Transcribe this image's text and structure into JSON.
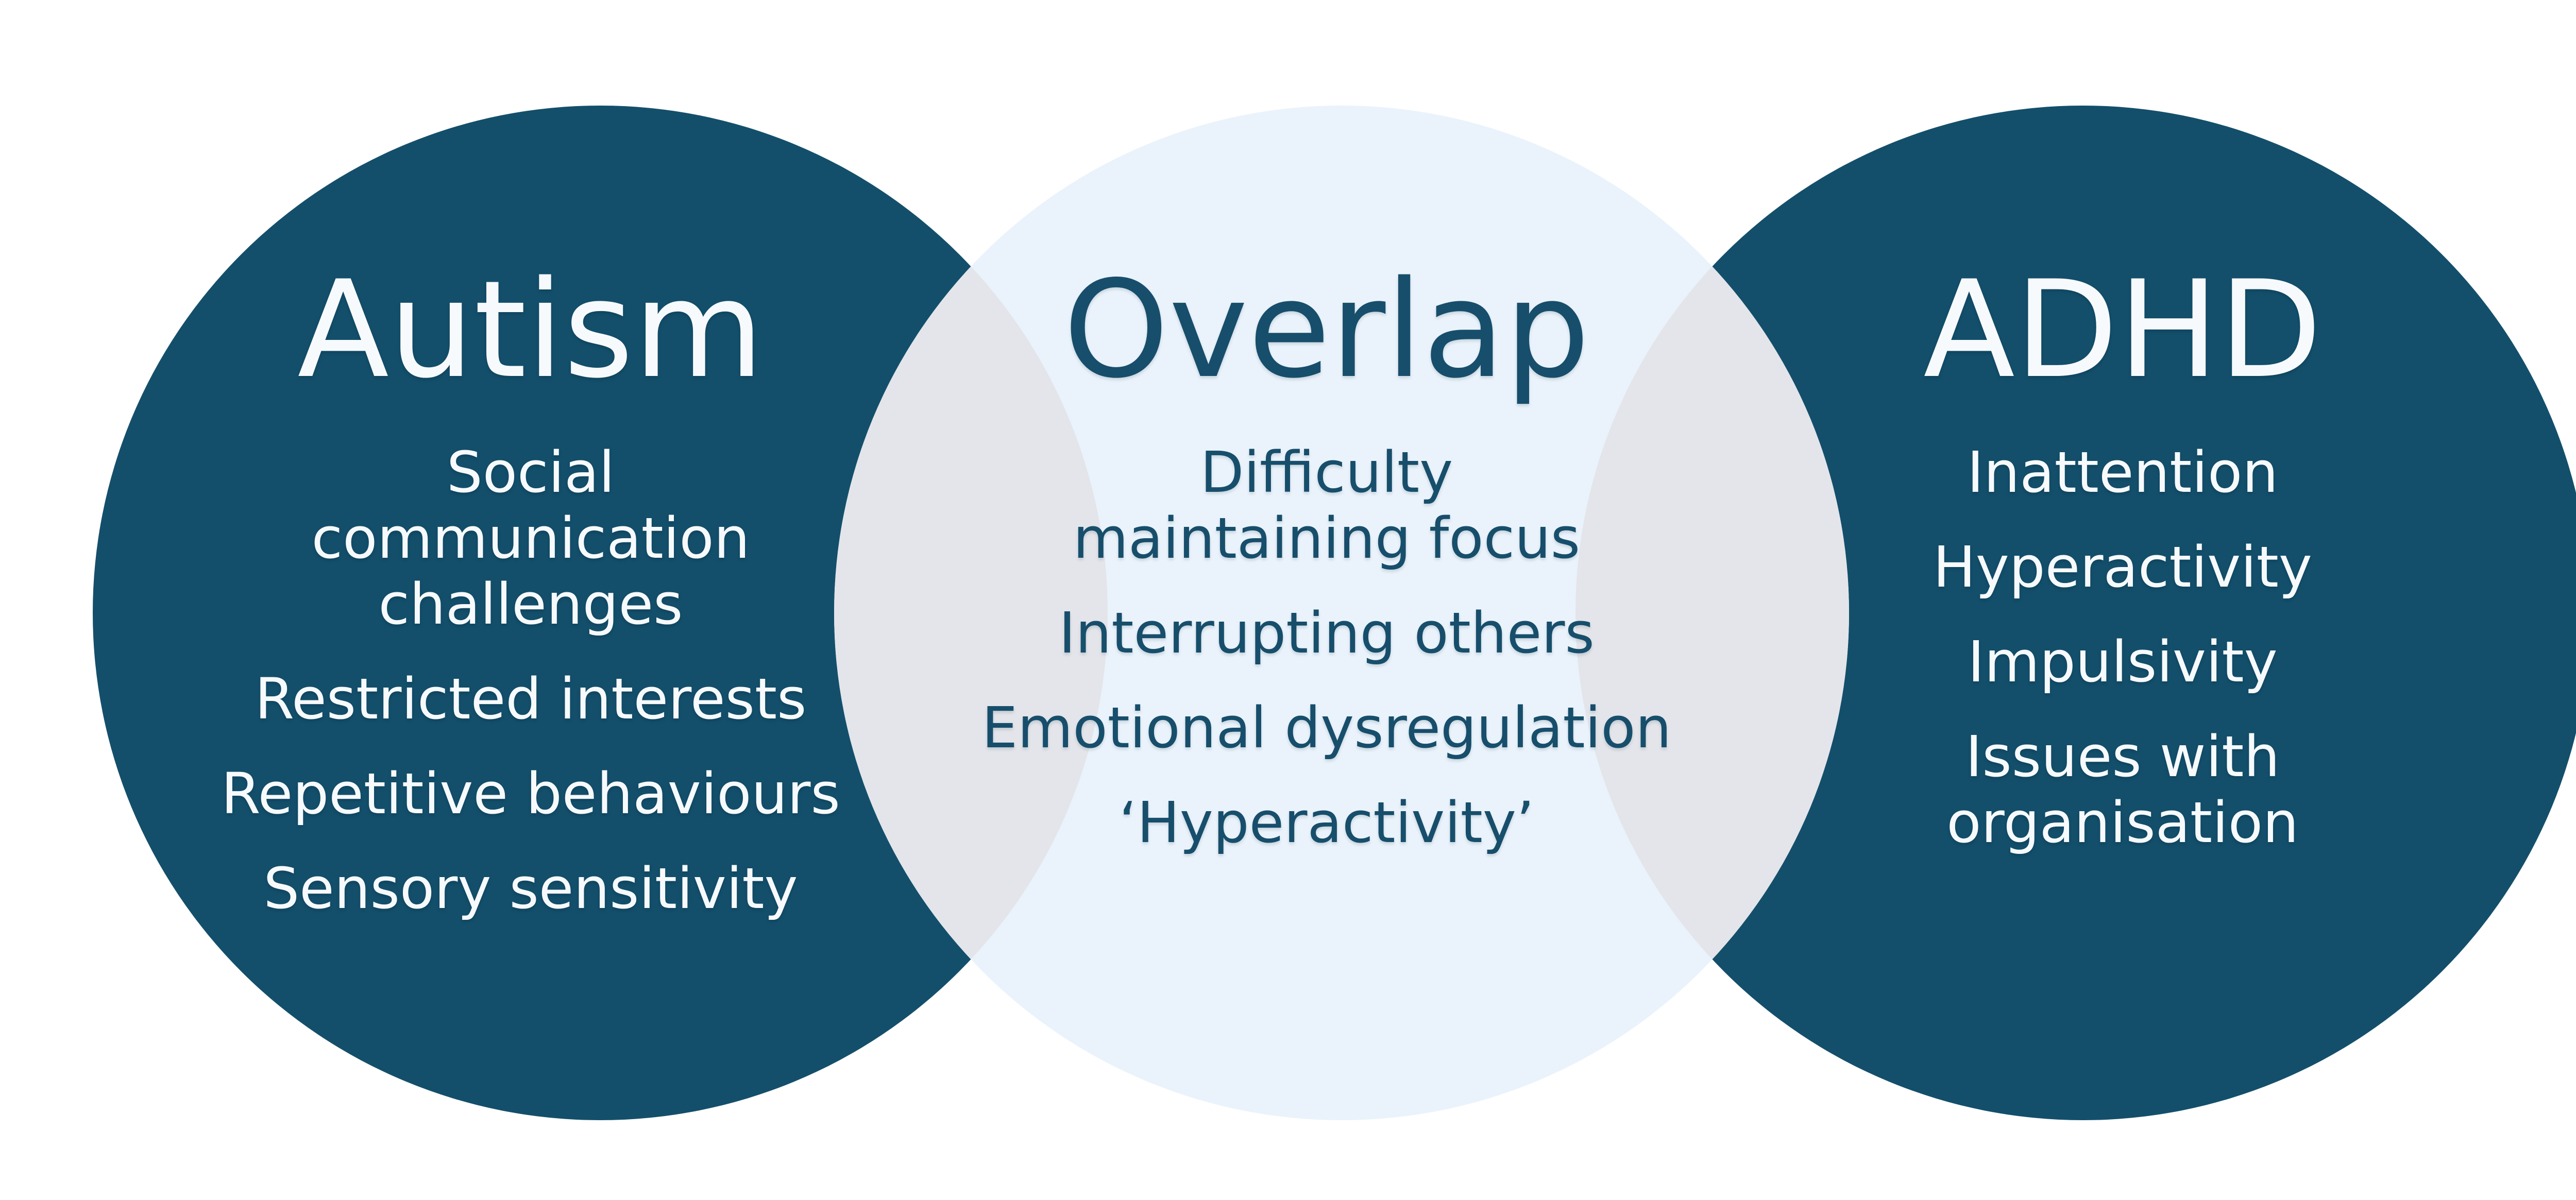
{
  "colors": {
    "background": "#FFFFFF",
    "circle_dark": "#134F6B",
    "circle_light": "#EAF3FB",
    "overlap_gray": "#E3E5EA",
    "text_on_dark": "#F7FAFC",
    "text_on_light": "#174E6B"
  },
  "venn": {
    "left": {
      "title": "Autism",
      "items": [
        "Social communication challenges",
        "Restricted interests",
        "Repetitive behaviours",
        "Sensory sensitivity"
      ]
    },
    "center": {
      "title": "Overlap",
      "items": [
        "Difficulty maintaining focus",
        "Interrupting others",
        "Emotional dysregulation",
        "‘Hyperactivity’"
      ]
    },
    "right": {
      "title": "ADHD",
      "items": [
        "Inattention",
        "Hyperactivity",
        "Impulsivity",
        "Issues with organisation"
      ]
    }
  }
}
